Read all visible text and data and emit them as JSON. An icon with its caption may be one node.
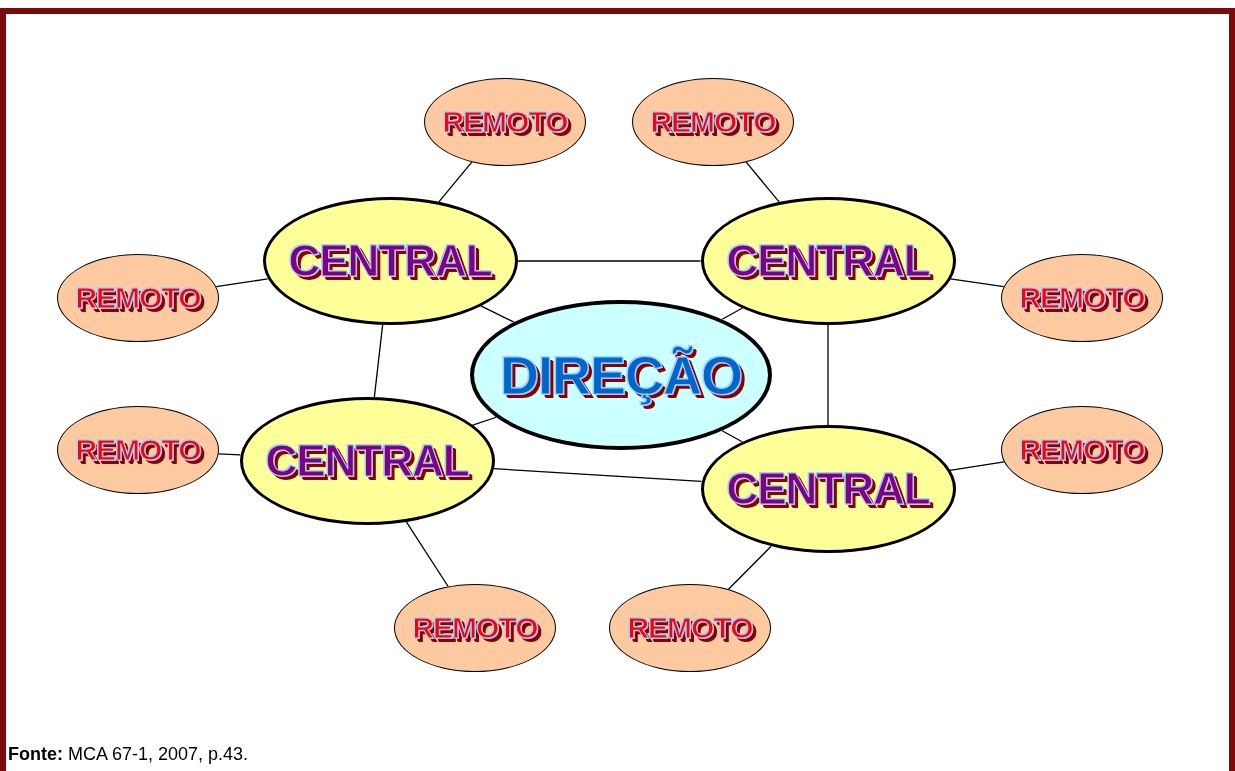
{
  "diagram": {
    "nodes": [
      {
        "text": [
          "REMOTO"
        ]
      },
      {
        "text": [
          "REMOTO"
        ]
      },
      {
        "text": [
          "CENTRAL"
        ]
      },
      {
        "text": [
          "CENTRAL"
        ]
      },
      {
        "text": [
          "REMOTO"
        ]
      },
      {
        "text": [
          "REMOTO"
        ]
      },
      {
        "text": [
          "DIREÇÃO"
        ]
      },
      {
        "text": [
          "REMOTO"
        ]
      },
      {
        "text": [
          "CENTRAL"
        ]
      },
      {
        "text": [
          "CENTRAL"
        ]
      },
      {
        "text": [
          "REMOTO"
        ]
      },
      {
        "text": [
          "REMOTO"
        ]
      },
      {
        "text": [
          "REMOTO"
        ]
      }
    ],
    "edges": [
      {
        "from": 0,
        "to": 2,
        "arrow": "none"
      },
      {
        "from": 1,
        "to": 3,
        "arrow": "none"
      },
      {
        "from": 2,
        "to": 3,
        "arrow": "none"
      },
      {
        "from": 4,
        "to": 2,
        "arrow": "none"
      },
      {
        "from": 3,
        "to": 5,
        "arrow": "none"
      },
      {
        "from": 2,
        "to": 6,
        "arrow": "none"
      },
      {
        "from": 3,
        "to": 6,
        "arrow": "none"
      },
      {
        "from": 2,
        "to": 8,
        "arrow": "none"
      },
      {
        "from": 3,
        "to": 9,
        "arrow": "none"
      },
      {
        "from": 7,
        "to": 8,
        "arrow": "none"
      },
      {
        "from": 8,
        "to": 9,
        "arrow": "none"
      },
      {
        "from": 9,
        "to": 10,
        "arrow": "none"
      },
      {
        "from": 8,
        "to": 6,
        "arrow": "none"
      },
      {
        "from": 9,
        "to": 6,
        "arrow": "none"
      },
      {
        "from": 8,
        "to": 11,
        "arrow": "none"
      },
      {
        "from": 9,
        "to": 12,
        "arrow": "none"
      }
    ],
    "labels": [
      "**Fonte:** MCA 67-1, 2007, p.43."
    ]
  }
}
